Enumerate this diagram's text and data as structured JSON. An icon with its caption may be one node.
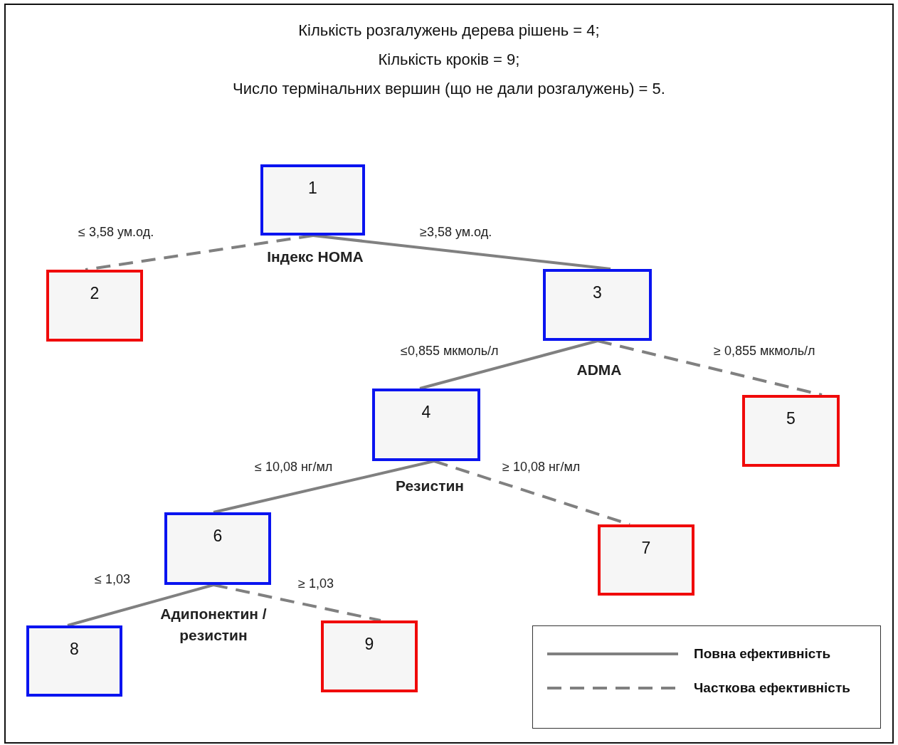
{
  "diagram": {
    "nodes": [
      {
        "text": [
          "1"
        ],
        "beside": [
          "Індекс HOMA"
        ]
      },
      {
        "text": [
          "2"
        ]
      },
      {
        "text": [
          "3"
        ],
        "beside": [
          "ADMA"
        ]
      },
      {
        "text": [
          "4"
        ],
        "beside": [
          "Резистин"
        ]
      },
      {
        "text": [
          "5"
        ]
      },
      {
        "text": [
          "6"
        ],
        "beside": [
          "Адипонектин / резистин"
        ]
      },
      {
        "text": [
          "7"
        ]
      },
      {
        "text": [
          "8"
        ]
      },
      {
        "text": [
          "9"
        ]
      }
    ],
    "edges": [
      {
        "from": 0,
        "to": 1,
        "arrow": "none",
        "label": "≤ 3,58 ум.од.",
        "style": "dashed"
      },
      {
        "from": 0,
        "to": 2,
        "arrow": "none",
        "label": "≥3,58 ум.од."
      },
      {
        "from": 2,
        "to": 3,
        "arrow": "none",
        "label": "≤0,855 мкмоль/л"
      },
      {
        "from": 2,
        "to": 4,
        "arrow": "none",
        "label": "≥ 0,855 мкмоль/л",
        "style": "dashed"
      },
      {
        "from": 3,
        "to": 5,
        "arrow": "none",
        "label": "≤ 10,08 нг/мл"
      },
      {
        "from": 3,
        "to": 6,
        "arrow": "none",
        "label": "≥ 10,08 нг/мл",
        "style": "dashed"
      },
      {
        "from": 5,
        "to": 7,
        "arrow": "none",
        "label": "≤ 1,03"
      },
      {
        "from": 5,
        "to": 8,
        "arrow": "none",
        "label": "≥ 1,03",
        "style": "dashed"
      }
    ],
    "labels": [
      "Кількість розгалужень дерева рішень = 4;",
      "Кількість кроків = 9;",
      "Число термінальних вершин (що не дали розгалужень) = 5."
    ],
    "legend": [
      {
        "text": "Повна ефективність"
      },
      {
        "text": "Часткова ефективність"
      }
    ]
  }
}
